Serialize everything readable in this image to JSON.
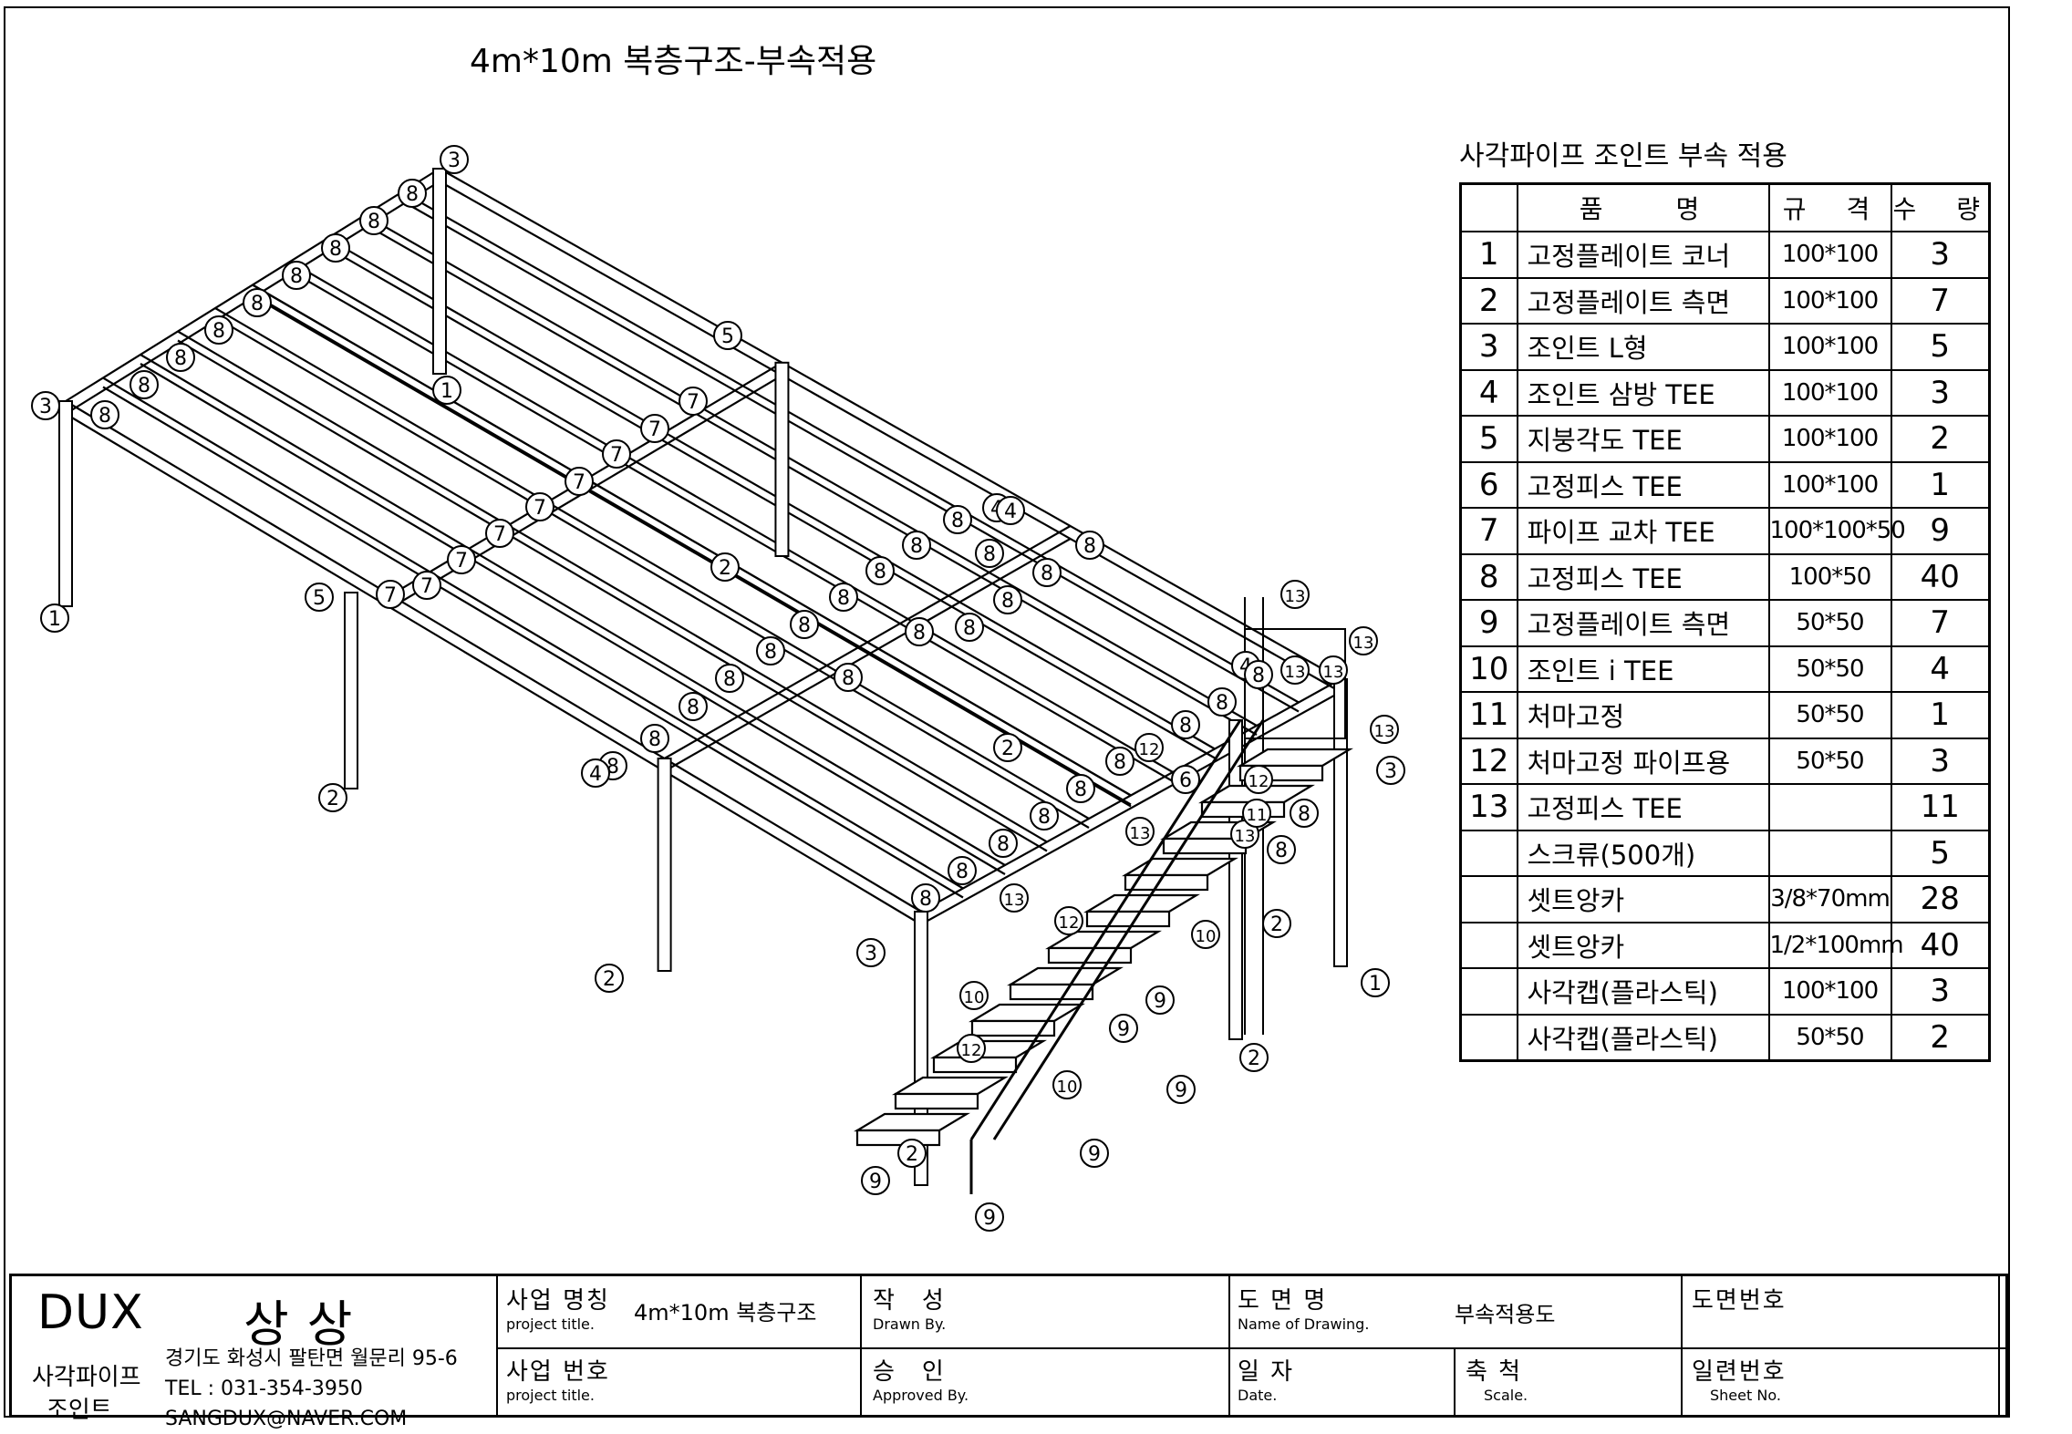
{
  "drawing_title": "4m*10m 복층구조-부속적용",
  "parts_heading": "사각파이프 조인트 부속 적용",
  "parts_table": {
    "headers": {
      "name": "품　　명",
      "spec": "규　격",
      "qty": "수　량"
    },
    "rows": [
      {
        "no": "1",
        "name": "고정플레이트 코너",
        "spec": "100*100",
        "qty": "3"
      },
      {
        "no": "2",
        "name": "고정플레이트 측면",
        "spec": "100*100",
        "qty": "7"
      },
      {
        "no": "3",
        "name": "조인트 L형",
        "spec": "100*100",
        "qty": "5"
      },
      {
        "no": "4",
        "name": "조인트 삼방 TEE",
        "spec": "100*100",
        "qty": "3"
      },
      {
        "no": "5",
        "name": "지붕각도 TEE",
        "spec": "100*100",
        "qty": "2"
      },
      {
        "no": "6",
        "name": "고정피스 TEE",
        "spec": "100*100",
        "qty": "1"
      },
      {
        "no": "7",
        "name": "파이프 교차 TEE",
        "spec": "100*100*50",
        "qty": "9"
      },
      {
        "no": "8",
        "name": "고정피스 TEE",
        "spec": "100*50",
        "qty": "40"
      },
      {
        "no": "9",
        "name": "고정플레이트 측면",
        "spec": "50*50",
        "qty": "7"
      },
      {
        "no": "10",
        "name": "조인트 i TEE",
        "spec": "50*50",
        "qty": "4"
      },
      {
        "no": "11",
        "name": "처마고정",
        "spec": "50*50",
        "qty": "1"
      },
      {
        "no": "12",
        "name": "처마고정 파이프용",
        "spec": "50*50",
        "qty": "3"
      },
      {
        "no": "13",
        "name": "고정피스 TEE",
        "spec": "",
        "qty": "11"
      },
      {
        "no": "",
        "name": "스크류(500개)",
        "spec": "",
        "qty": "5"
      },
      {
        "no": "",
        "name": "셋트앙카",
        "spec": "3/8*70mm",
        "qty": "28"
      },
      {
        "no": "",
        "name": "셋트앙카",
        "spec": "1/2*100mm",
        "qty": "40"
      },
      {
        "no": "",
        "name": "사각캡(플라스틱)",
        "spec": "100*100",
        "qty": "3"
      },
      {
        "no": "",
        "name": "사각캡(플라스틱)",
        "spec": "50*50",
        "qty": "2"
      }
    ]
  },
  "title_block": {
    "company": "DUX",
    "company_kr": "상상",
    "product_line1": "사각파이프",
    "product_line2": "조인트",
    "address": "경기도 화성시 팔탄면 월문리 95-6",
    "tel": "TEL : 031-354-3950",
    "email": "SANGDUX@NAVER.COM",
    "project_title_kr": "사업 명칭",
    "project_title_en": "project title.",
    "project_title_value": "4m*10m 복층구조",
    "project_no_kr": "사업 번호",
    "project_no_en": "project title.",
    "drawn_by_kr": "작　성",
    "drawn_by_en": "Drawn By.",
    "approved_by_kr": "승　인",
    "approved_by_en": "Approved By.",
    "drawing_name_kr": "도 면 명",
    "drawing_name_en": "Name of Drawing.",
    "drawing_name_value": "부속적용도",
    "date_kr": "일 자",
    "date_en": "Date.",
    "scale_kr": "축 척",
    "scale_en": "Scale.",
    "drawing_no_kr": "도면번호",
    "sheet_no_kr": "일련번호",
    "sheet_no_en": "Sheet No."
  },
  "callouts": [
    "1",
    "2",
    "3",
    "4",
    "5",
    "6",
    "7",
    "8",
    "9",
    "10",
    "11",
    "12",
    "13"
  ]
}
